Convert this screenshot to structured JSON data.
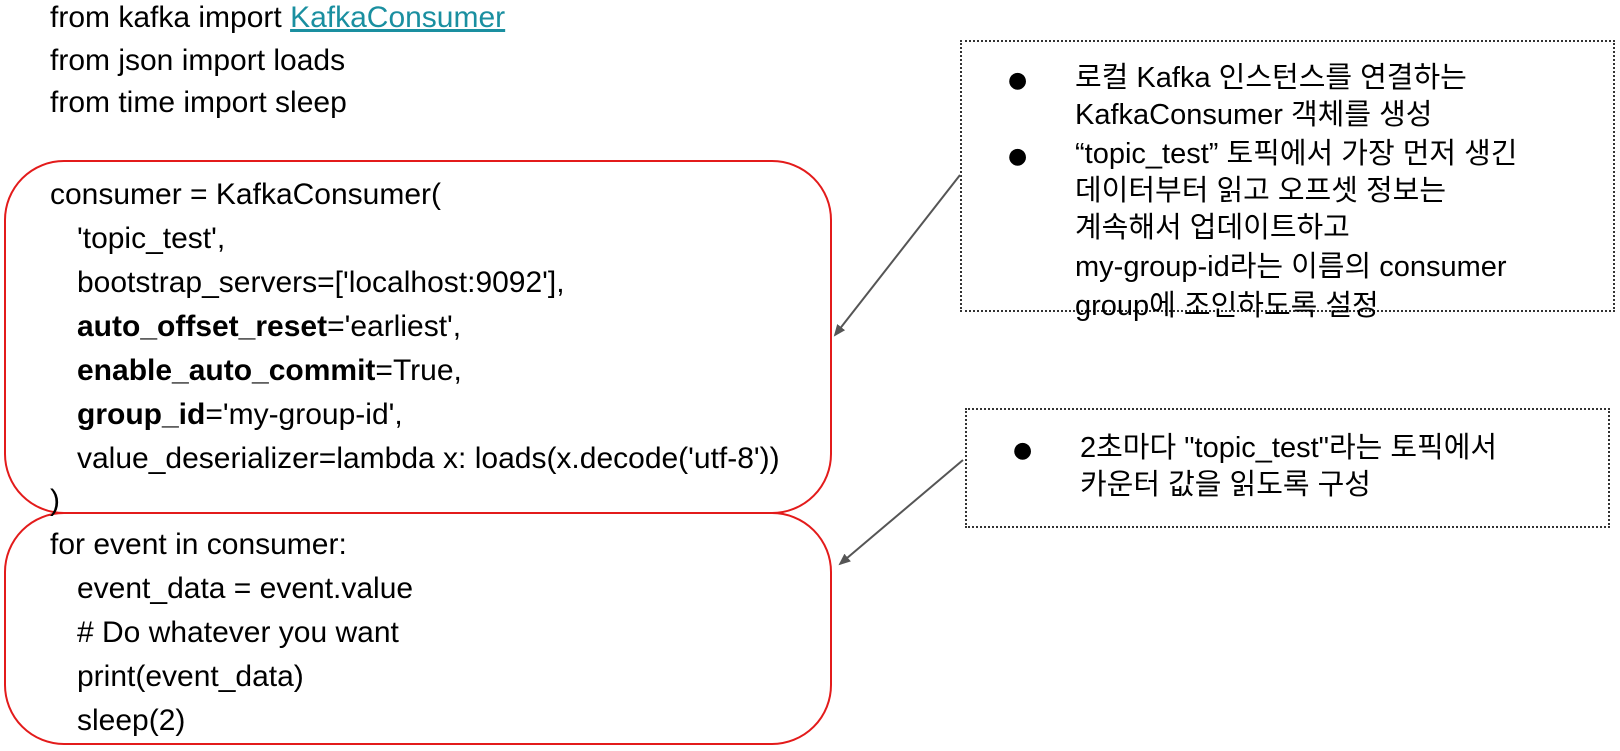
{
  "code": {
    "imports": [
      {
        "prefix": "from kafka import ",
        "link": "KafkaConsumer"
      },
      {
        "text": "from json import loads"
      },
      {
        "text": "from time import sleep"
      }
    ],
    "consumer_block": {
      "open": "consumer = KafkaConsumer(",
      "topic": "'topic_test',",
      "bootstrap": "bootstrap_servers=['localhost:9092'],",
      "offset_key": "auto_offset_reset",
      "offset_val": "='earliest',",
      "commit_key": "enable_auto_commit",
      "commit_val": "=True,",
      "group_key": "group_id",
      "group_val": "='my-group-id',",
      "deser": "value_deserializer=lambda x: loads(x.decode('utf-8'))",
      "close": ")"
    },
    "loop_block": {
      "for": "for event in consumer:",
      "data": "event_data = event.value",
      "comment": "# Do whatever you want",
      "print": "print(event_data)",
      "sleep": "sleep(2)"
    }
  },
  "notes": {
    "top": {
      "item1_line1_a": "로컬 ",
      "item1_line1_b": "Kafka",
      "item1_line1_c": " 인스턴스를 연결하는",
      "item1_line2": "KafkaConsumer 객체를 생성",
      "item2_line1": "“topic_test” 토픽에서 가장 먼저 생긴",
      "item2_line2": "데이터부터 읽고 오프셋 정보는",
      "item2_line3": "계속해서 업데이트하고",
      "item2_line4": "my-group-id라는 이름의 consumer",
      "item2_line5": "group에 조인하도록 설정"
    },
    "bottom": {
      "line1": "2초마다 \"topic_test\"라는 토픽에서",
      "line2": "카운터 값을 읽도록 구성"
    },
    "bullet": "●"
  },
  "colors": {
    "highlight_box": "#e31b1b",
    "link": "#1a8fa0",
    "note_border": "#333333",
    "arrow": "#555555"
  }
}
